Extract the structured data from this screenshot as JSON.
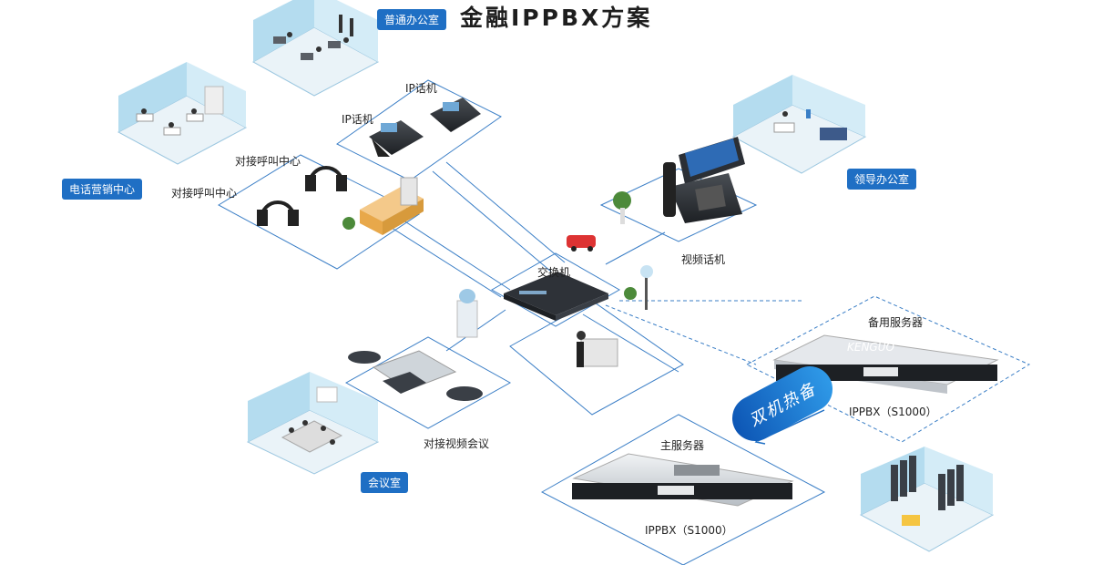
{
  "title": "金融IPPBX方案",
  "colors": {
    "accent": "#1f6fc4",
    "line": "#3a7ec6",
    "wall": "#a8d4ec",
    "floor": "#eaf3f8"
  },
  "rooms": {
    "ordinary_office": "普通办公室",
    "call_center": "电话营销中心",
    "leader_office": "领导办公室",
    "meeting_room": "会议室"
  },
  "devices": {
    "ip_phone_1": "IP话机",
    "ip_phone_2": "IP话机",
    "call_center_1": "对接呼叫中心",
    "call_center_2": "对接呼叫中心",
    "switch": "交换机",
    "video_phone": "视频话机",
    "video_conf": "对接视频会议",
    "backup_server": "备用服务器",
    "main_server": "主服务器",
    "backup_model": "IPPBX（S1000）",
    "main_model": "IPPBX（S1000）",
    "hot_standby": "双机热备",
    "server_brand": "KENGUO"
  }
}
